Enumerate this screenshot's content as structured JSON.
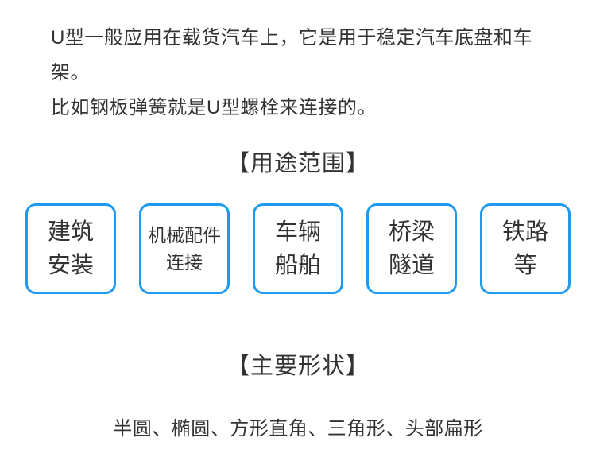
{
  "colors": {
    "background": "#ffffff",
    "accent_blue": "#1e9bf0",
    "text": "#333333"
  },
  "intro": {
    "line1": "U型一般应用在载货汽车上，它是用于稳定汽车底盘和车架。",
    "line2": "比如钢板弹簧就是U型螺栓来连接的。"
  },
  "usage": {
    "heading": "【用途范围】",
    "items": [
      {
        "line1": "建筑",
        "line2": "安装"
      },
      {
        "line1": "机械配件",
        "line2": "连接"
      },
      {
        "line1": "车辆",
        "line2": "船舶"
      },
      {
        "line1": "桥梁",
        "line2": "隧道"
      },
      {
        "line1": "铁路",
        "line2": "等"
      }
    ]
  },
  "shapes": {
    "heading": "【主要形状】",
    "list_text": "半圆、椭圆、方形直角、三角形、头部扁形"
  }
}
